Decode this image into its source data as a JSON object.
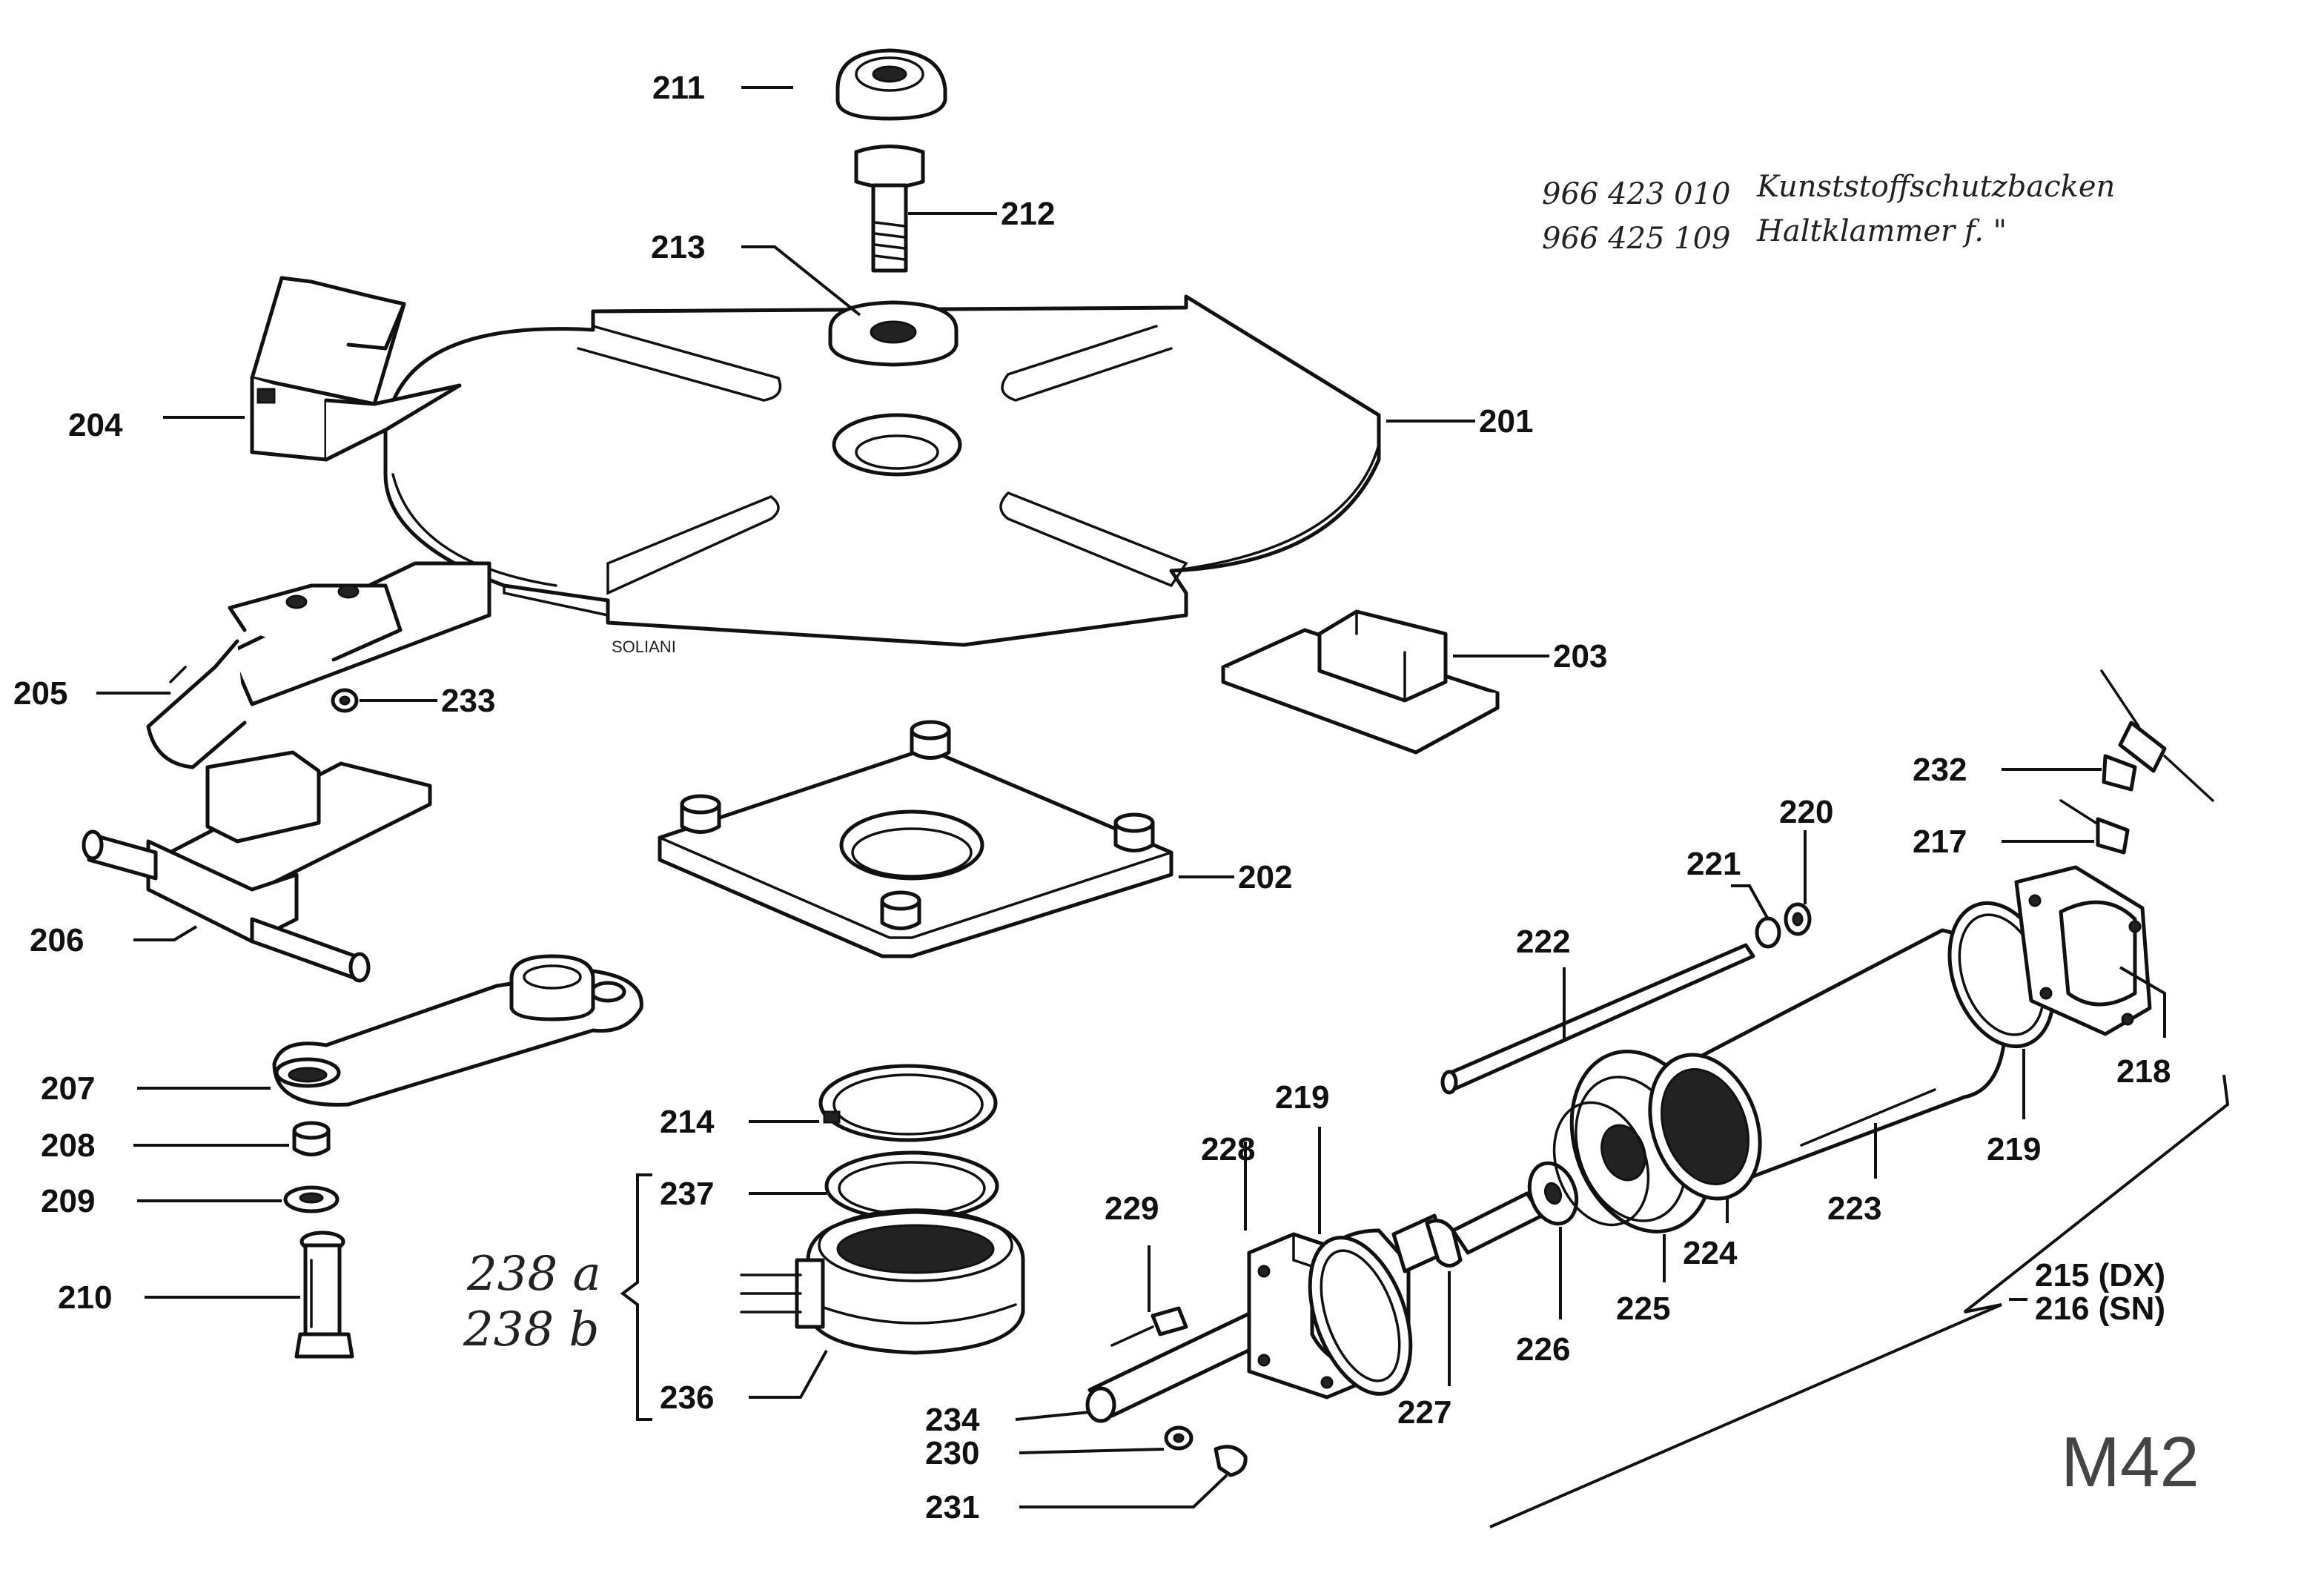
{
  "labels": {
    "p201": "201",
    "p202": "202",
    "p203": "203",
    "p204": "204",
    "p205": "205",
    "p206": "206",
    "p207": "207",
    "p208": "208",
    "p209": "209",
    "p210": "210",
    "p211": "211",
    "p212": "212",
    "p213": "213",
    "p214": "214",
    "p215": "215 (DX)",
    "p216": "216 (SN)",
    "p217": "217",
    "p218": "218",
    "p219a": "219",
    "p219b": "219",
    "p220": "220",
    "p221": "221",
    "p222": "222",
    "p223": "223",
    "p224": "224",
    "p225": "225",
    "p226": "226",
    "p227": "227",
    "p228": "228",
    "p229": "229",
    "p230": "230",
    "p231": "231",
    "p232": "232",
    "p233": "233",
    "p234": "234",
    "p236": "236",
    "p237": "237"
  },
  "handwritten": {
    "line1_code": "966 423 010",
    "line1_text": "Kunststoffschutzbacken",
    "line2_code": "966 425 109",
    "line2_text": "Haltklammer f. \"",
    "variant_a": "238 a",
    "variant_b": "238 b"
  },
  "sheet_id": "M42",
  "maker_mark": "SOLIANI"
}
